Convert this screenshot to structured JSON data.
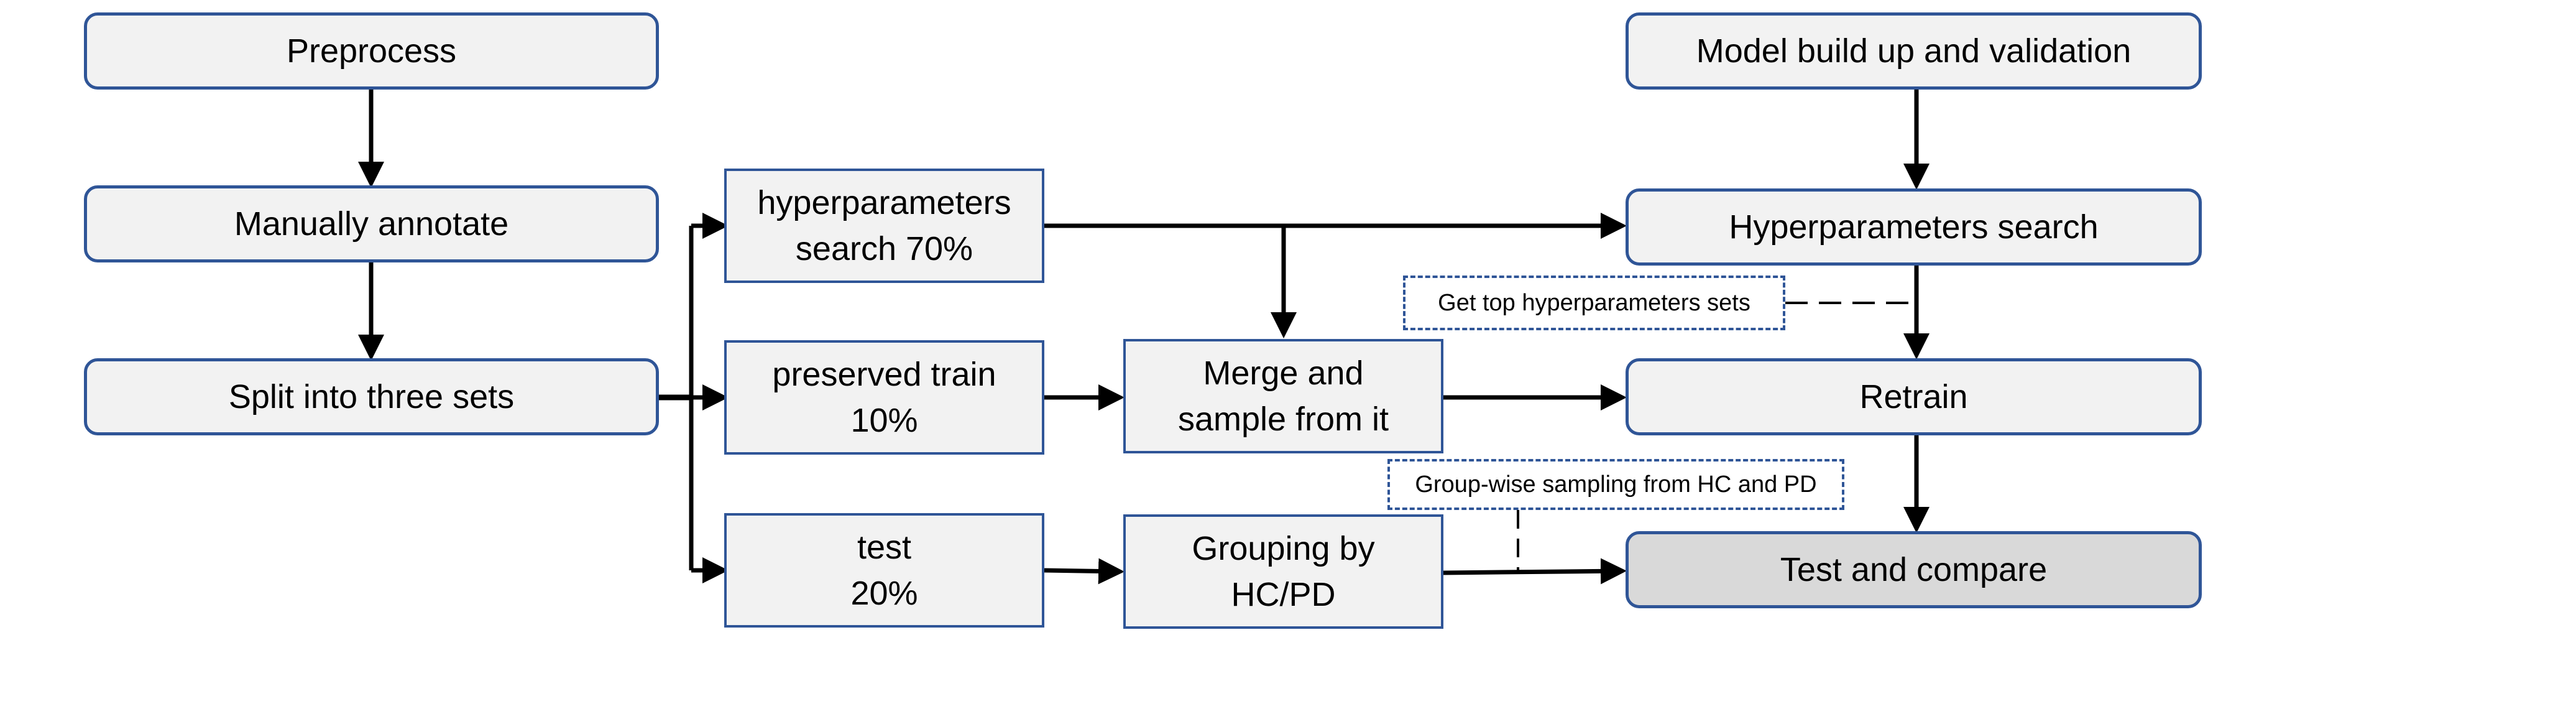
{
  "nodes": {
    "preprocess": "Preprocess",
    "manually_annotate": "Manually annotate",
    "split": "Split into three sets",
    "hyper_search_split": [
      "hyperparameters",
      "search 70%"
    ],
    "preserved_train": [
      "preserved train",
      "10%"
    ],
    "test_split": [
      "test",
      "20%"
    ],
    "merge_sample": [
      "Merge and",
      "sample from it"
    ],
    "grouping": [
      "Grouping by",
      "HC/PD"
    ],
    "model_build": "Model build up and validation",
    "hyper_search": "Hyperparameters search",
    "retrain": "Retrain",
    "test_compare": "Test and compare"
  },
  "notes": {
    "top_sets": "Get top hyperparameters sets",
    "group_sampling": "Group-wise sampling from HC and PD"
  },
  "colors": {
    "border": "#2f5597",
    "fill": "#f2f2f2",
    "fill_dark": "#d9d9d9",
    "arrow": "#000000"
  }
}
